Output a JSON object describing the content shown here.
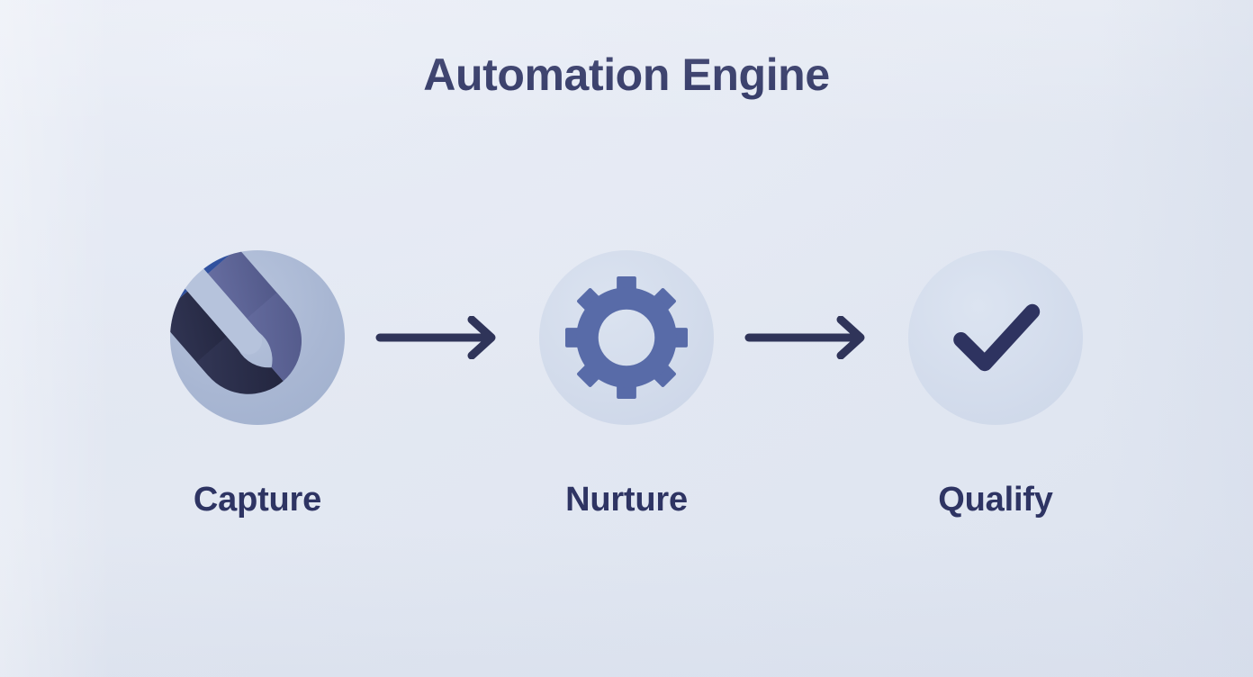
{
  "diagram": {
    "title": "Automation Engine",
    "type": "horizontal-process-flow",
    "background_colors": {
      "gradient_start": "#dfe5f1",
      "gradient_end": "#dde3ef"
    },
    "text_color": "#2e3463",
    "arrow_color": "#2f3459",
    "steps": [
      {
        "id": "capture",
        "label": "Capture",
        "icon": "magnet-icon",
        "badge_color": "#a9b7d3",
        "icon_colors": {
          "arm_dark": "#2a2d4e",
          "arm_light": "#5a5f8f",
          "tip": "#3a5fb0",
          "body_highlight": "#b9c6de"
        }
      },
      {
        "id": "nurture",
        "label": "Nurture",
        "icon": "gear-icon",
        "badge_color": "#d2dbeb",
        "icon_colors": {
          "gear": "#586ba8"
        }
      },
      {
        "id": "qualify",
        "label": "Qualify",
        "icon": "checkmark-icon",
        "badge_color": "#d3dcec",
        "icon_colors": {
          "check": "#2e3360"
        }
      }
    ],
    "connectors": [
      {
        "id": "connector-capture-nurture",
        "icon": "arrow-right-icon"
      },
      {
        "id": "connector-nurture-qualify",
        "icon": "arrow-right-icon"
      }
    ]
  }
}
